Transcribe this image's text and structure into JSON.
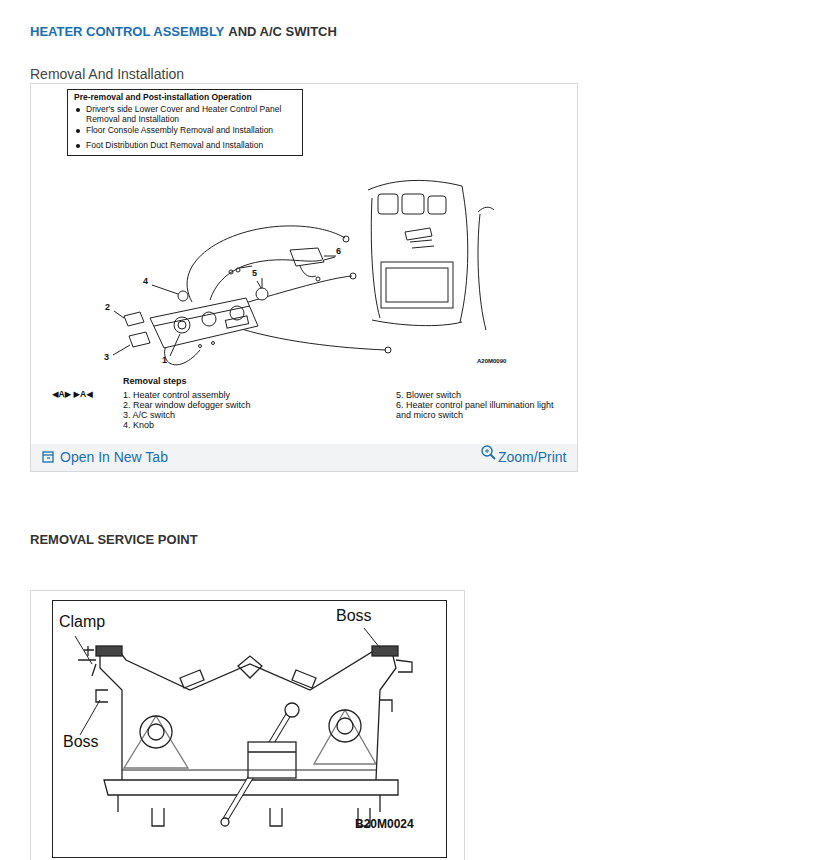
{
  "diagram": {
    "title": "HEATER CONTROL ASSEMBLY",
    "nodes": [
      {
        "text": [
          "Pre-removal and Post-installation Operation",
          "Driver's side Lower Cover and Heater Control Panel Removal and Installation",
          "Floor Console Assembly Removal and Installation",
          "Foot Distribution Duct Removal and Installation"
        ]
      }
    ],
    "edges": [],
    "labels": [
      "AND A/C SWITCH",
      "Removal And Installation",
      "4",
      "2",
      "3",
      "1",
      "5",
      "6",
      "A20M0090",
      "Removal steps",
      "◀A▶ ▶A◀",
      "1. Heater control assembly",
      "2. Rear window defogger switch",
      "3. A/C switch",
      "4. Knob",
      "5. Blower switch",
      "6. Heater control panel illumination light and micro switch",
      "Open In New Tab",
      "Zoom/Print",
      "REMOVAL SERVICE POINT",
      "Clamp",
      "Boss",
      "Boss",
      "B20M0024"
    ]
  }
}
